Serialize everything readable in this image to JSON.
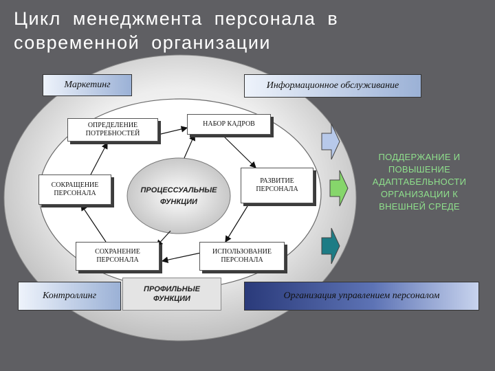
{
  "title": {
    "line1": "Цикл менеджмента персонала в",
    "line2": "современной организации"
  },
  "bands": {
    "marketing": "Маркетинг",
    "info_service": "Информационное обслуживание",
    "controlling": "Контроллинг",
    "org_management": "Организация управлением персоналом"
  },
  "boxes": {
    "needs_line1": "ОПРЕДЕЛЕНИЕ",
    "needs_line2": "ПОТРЕБНОСТЕЙ",
    "recruitment": "НАБОР КАДРОВ",
    "reduction_line1": "СОКРАЩЕНИЕ",
    "reduction_line2": "ПЕРСОНАЛА",
    "development_line1": "РАЗВИТИЕ",
    "development_line2": "ПЕРСОНАЛА",
    "retention_line1": "СОХРАНЕНИЕ",
    "retention_line2": "ПЕРСОНАЛА",
    "usage_line1": "ИСПОЛЬЗОВАНИЕ",
    "usage_line2": "ПЕРСОНАЛА"
  },
  "center": {
    "line1": "ПРОЦЕССУАЛЬНЫЕ",
    "line2": "ФУНКЦИИ"
  },
  "profile": {
    "line1": "ПРОФИЛЬНЫЕ",
    "line2": "ФУНКЦИИ"
  },
  "outcome": {
    "line1": "ПОДДЕРЖАНИЕ И",
    "line2": "ПОВЫШЕНИЕ",
    "line3": "АДАПТАБЕЛЬНОСТИ",
    "line4": "ОРГАНИЗАЦИИ К",
    "line5": "ВНЕШНЕЙ СРЕДЕ"
  },
  "colors": {
    "background": "#5f5f63",
    "outcome_text": "#8fe08c",
    "arrow_top": "#b7c9ea",
    "arrow_middle": "#86d66b",
    "arrow_bottom": "#1d7c85"
  }
}
